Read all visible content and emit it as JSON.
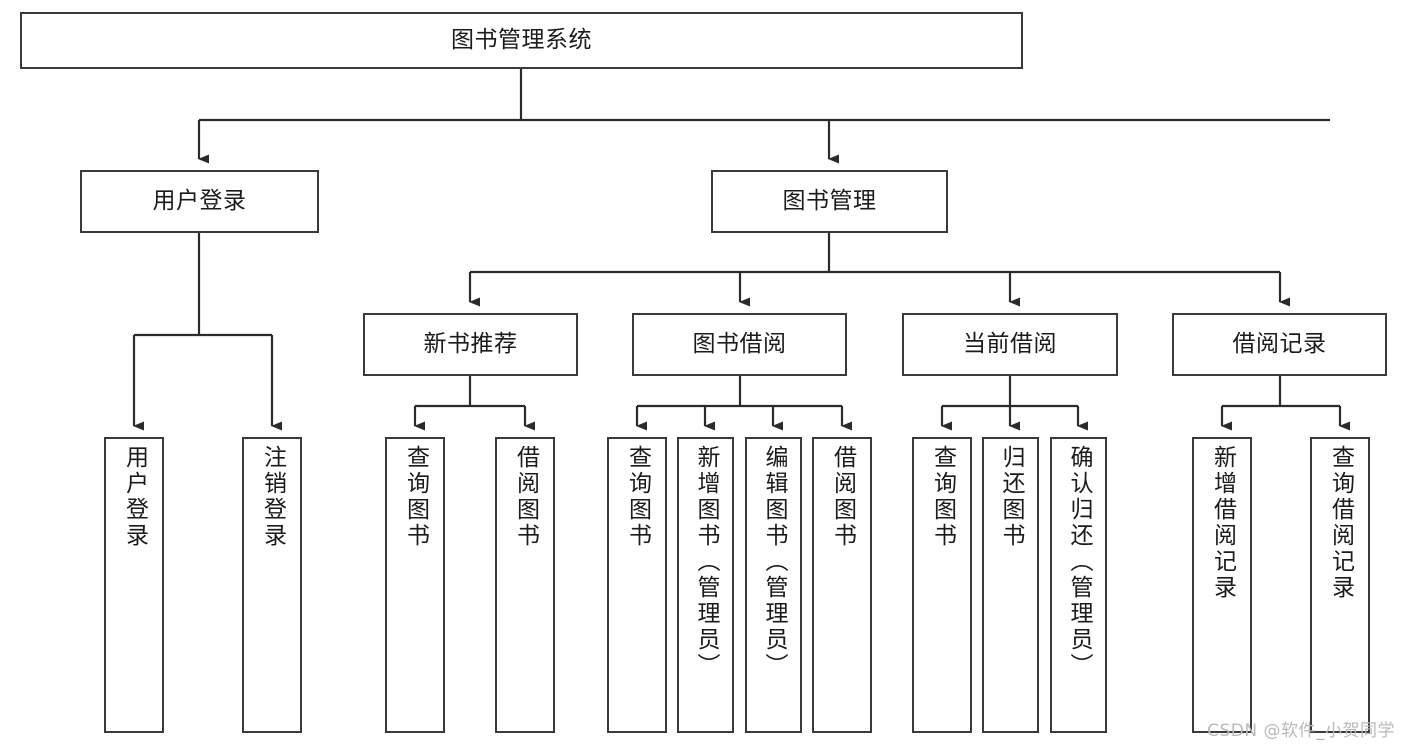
{
  "diagram": {
    "type": "tree-hierarchy",
    "title": "图书管理系统",
    "watermark": "CSDN @软件_小贺同学",
    "colors": {
      "box_border": "#3a3a3a",
      "box_fill": "#ffffff",
      "connector": "#2b2b2b",
      "text": "#1b1b1b",
      "watermark": "#b9b9b9"
    },
    "root": {
      "id": "root",
      "label": "图书管理系统",
      "orientation": "horizontal"
    },
    "level2": [
      {
        "id": "user-login",
        "label": "用户登录",
        "orientation": "horizontal"
      },
      {
        "id": "book-manage",
        "label": "图书管理",
        "orientation": "horizontal"
      }
    ],
    "level3": [
      {
        "id": "new-book-rec",
        "label": "新书推荐",
        "orientation": "horizontal",
        "parent": "book-manage"
      },
      {
        "id": "book-borrow",
        "label": "图书借阅",
        "orientation": "horizontal",
        "parent": "book-manage"
      },
      {
        "id": "current-borrow",
        "label": "当前借阅",
        "orientation": "horizontal",
        "parent": "book-manage"
      },
      {
        "id": "borrow-record",
        "label": "借阅记录",
        "orientation": "horizontal",
        "parent": "book-manage"
      }
    ],
    "leaves": {
      "user_login": [
        {
          "id": "leaf-user-login",
          "label": "用户登录"
        },
        {
          "id": "leaf-user-logout",
          "label": "注销登录"
        }
      ],
      "new_book_rec": [
        {
          "id": "leaf-query-book-1",
          "label": "查询图书"
        },
        {
          "id": "leaf-borrow-book-1",
          "label": "借阅图书"
        }
      ],
      "book_borrow": [
        {
          "id": "leaf-query-book-2",
          "label": "查询图书"
        },
        {
          "id": "leaf-add-book",
          "label": "新增图书（管理员）"
        },
        {
          "id": "leaf-edit-book",
          "label": "编辑图书（管理员）"
        },
        {
          "id": "leaf-borrow-book-2",
          "label": "借阅图书"
        }
      ],
      "current_borrow": [
        {
          "id": "leaf-query-book-3",
          "label": "查询图书"
        },
        {
          "id": "leaf-return-book",
          "label": "归还图书"
        },
        {
          "id": "leaf-confirm-return",
          "label": "确认归还（管理员）"
        }
      ],
      "borrow_record": [
        {
          "id": "leaf-add-record",
          "label": "新增借阅记录"
        },
        {
          "id": "leaf-query-record",
          "label": "查询借阅记录"
        }
      ]
    }
  }
}
